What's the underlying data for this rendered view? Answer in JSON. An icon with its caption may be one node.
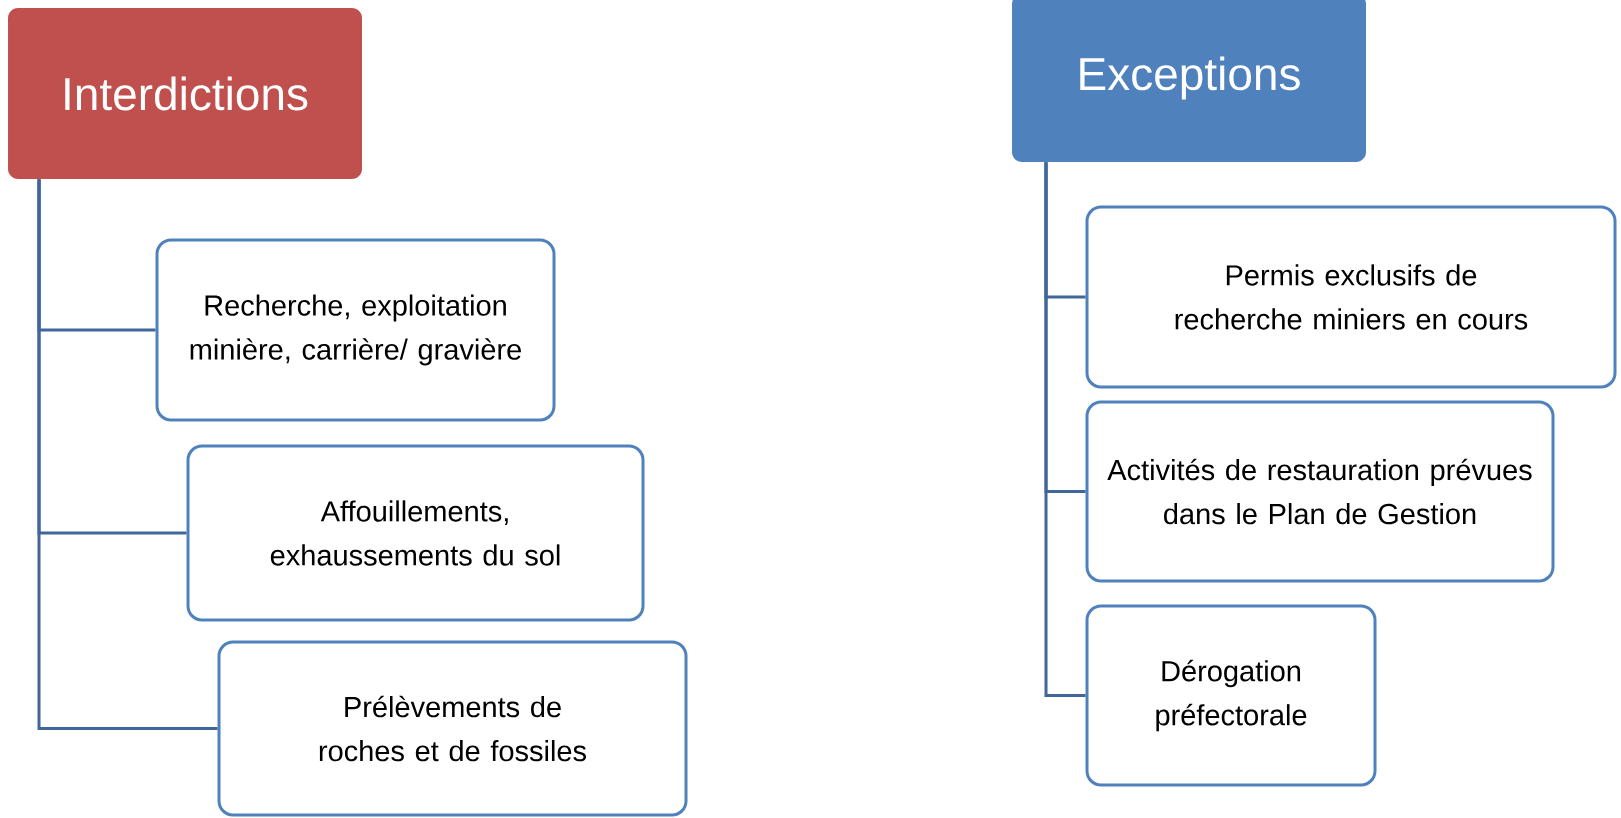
{
  "diagram": {
    "nodes": [
      {
        "text": [
          "Interdictions"
        ]
      },
      {
        "text": [
          "Recherche, exploitation minière, carrière/ gravière"
        ]
      },
      {
        "text": [
          "Affouillements, exhaussements du sol"
        ]
      },
      {
        "text": [
          "Prélèvements de roches et de fossiles"
        ]
      },
      {
        "text": [
          "Exceptions"
        ]
      },
      {
        "text": [
          "Permis exclusifs de recherche miniers en cours"
        ]
      },
      {
        "text": [
          "Activités de restauration prévues dans le Plan de Gestion"
        ]
      },
      {
        "text": [
          "Dérogation préfectorale"
        ]
      }
    ],
    "edges": [
      {
        "from": 0,
        "to": 1,
        "arrow": "none"
      },
      {
        "from": 0,
        "to": 2,
        "arrow": "none"
      },
      {
        "from": 0,
        "to": 3,
        "arrow": "none"
      },
      {
        "from": 4,
        "to": 5,
        "arrow": "none"
      },
      {
        "from": 4,
        "to": 6,
        "arrow": "none"
      },
      {
        "from": 4,
        "to": 7,
        "arrow": "none"
      }
    ]
  }
}
